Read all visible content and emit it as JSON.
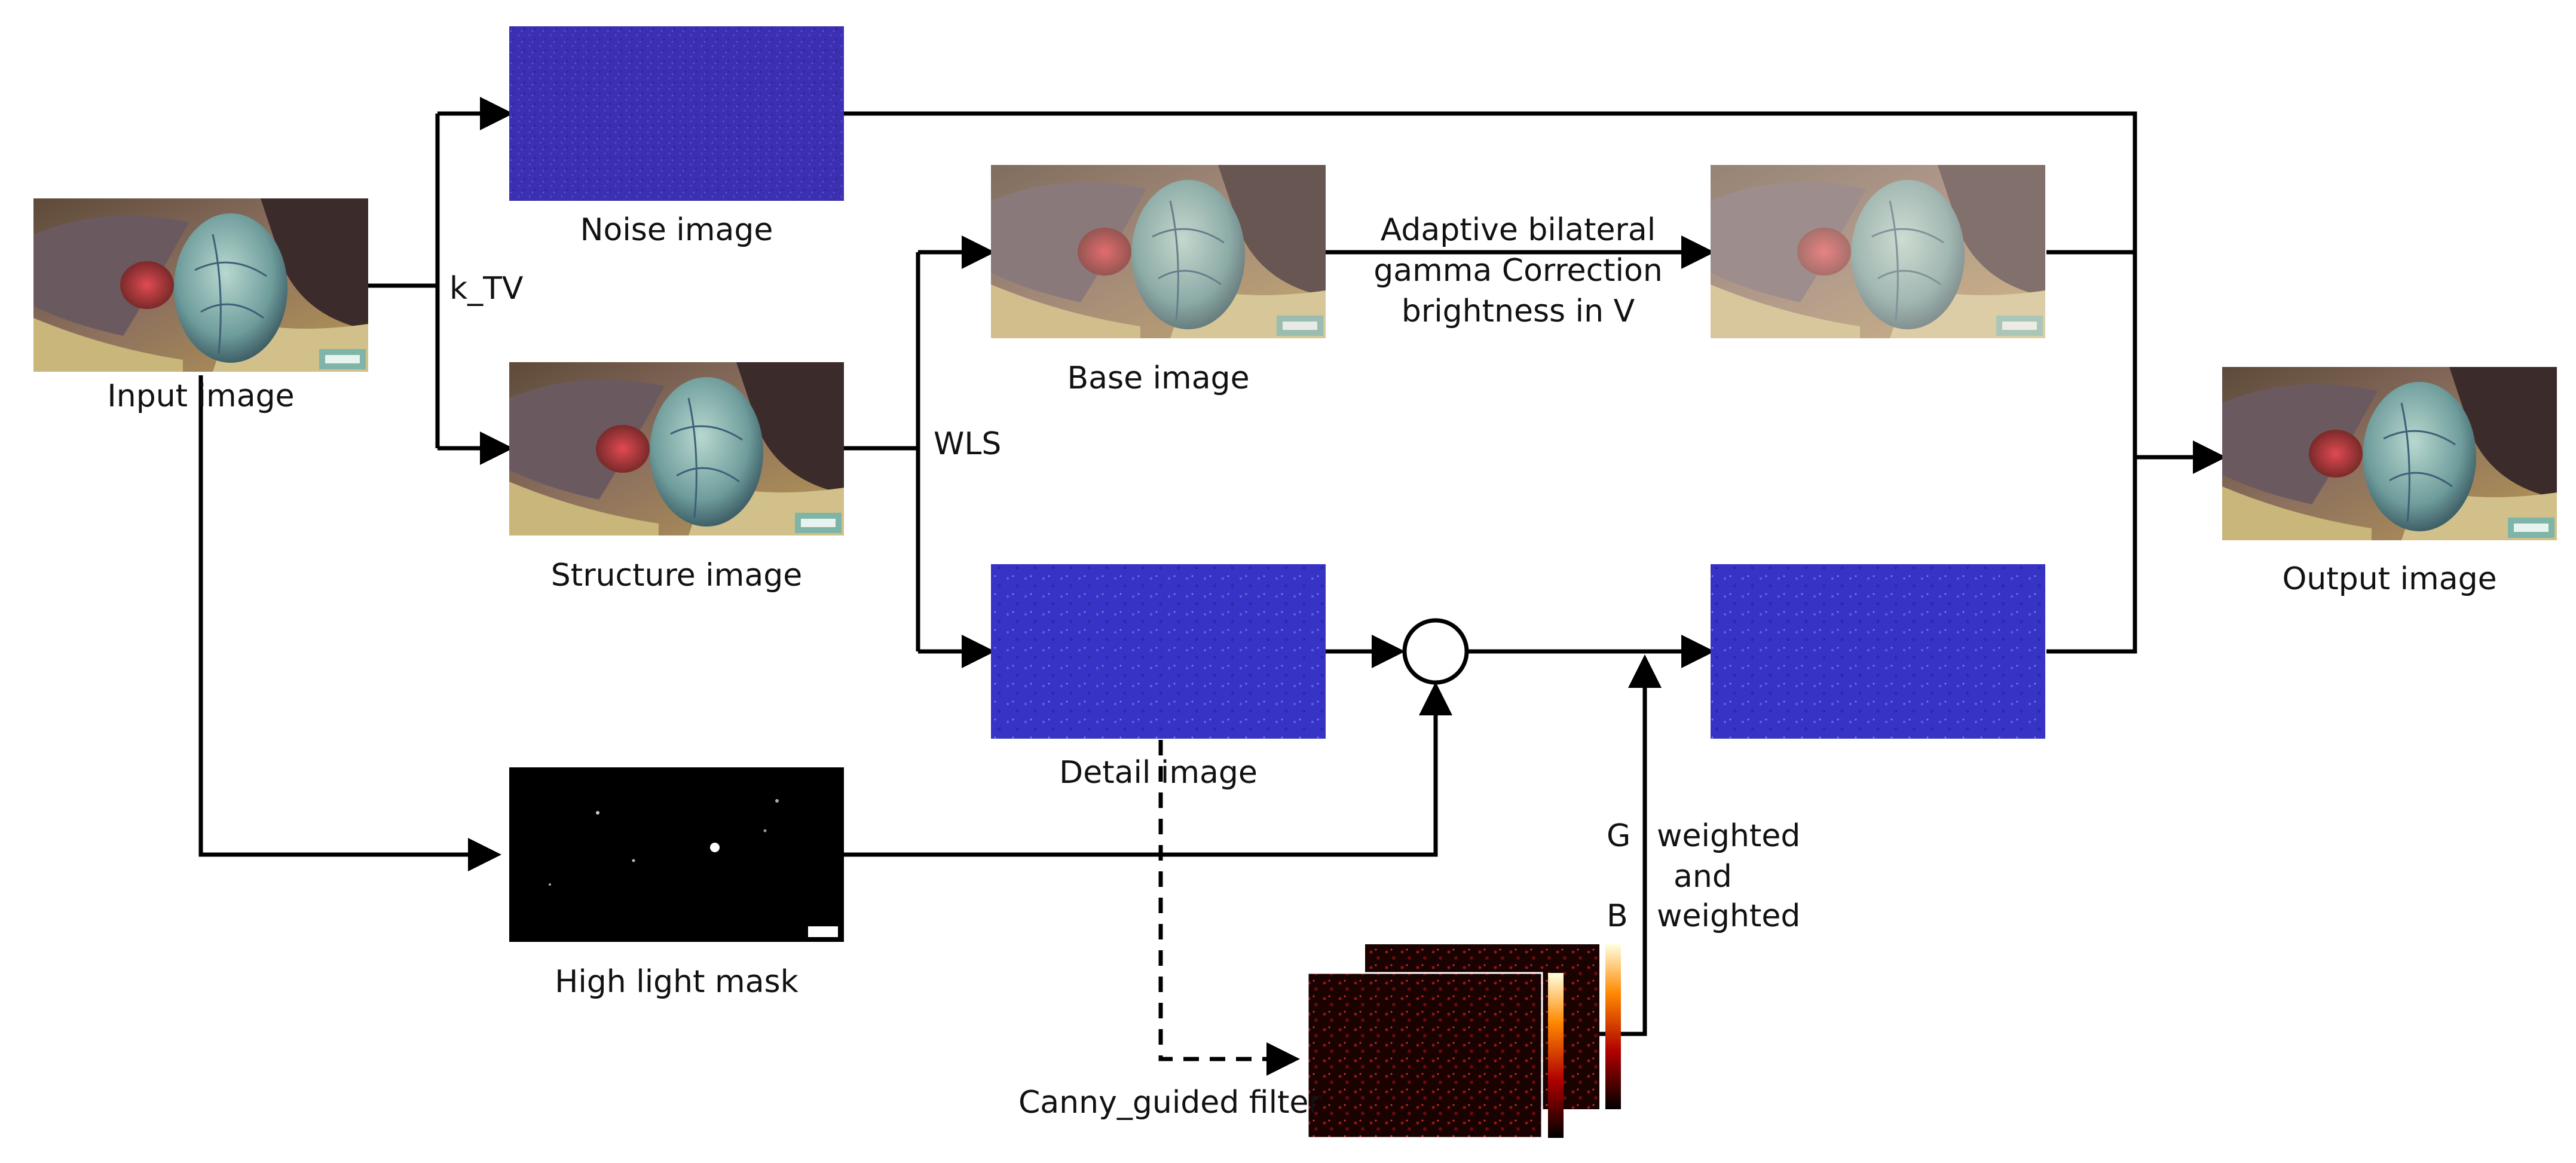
{
  "labels": {
    "input": "Input   image",
    "noise": "Noise image",
    "structure": "Structure image",
    "base": "Base image",
    "detail": "Detail   image",
    "highlight": "High light mask",
    "output": "Output image",
    "canny": "Canny_guided filter"
  },
  "edges": {
    "ktv": "k_TV",
    "wls": "WLS",
    "gamma_1": "Adaptive bilateral",
    "gamma_2": "gamma Correction",
    "gamma_3": "brightness in V",
    "g": "G",
    "b": "B",
    "weighted_1": "weighted",
    "and": "and",
    "weighted_2": "weighted"
  },
  "colors": {
    "noise_blue": "#3c2fb4",
    "detail_blue": "#3a36c8",
    "tissue": "#7d6450",
    "heat_red": "#8a1010"
  }
}
